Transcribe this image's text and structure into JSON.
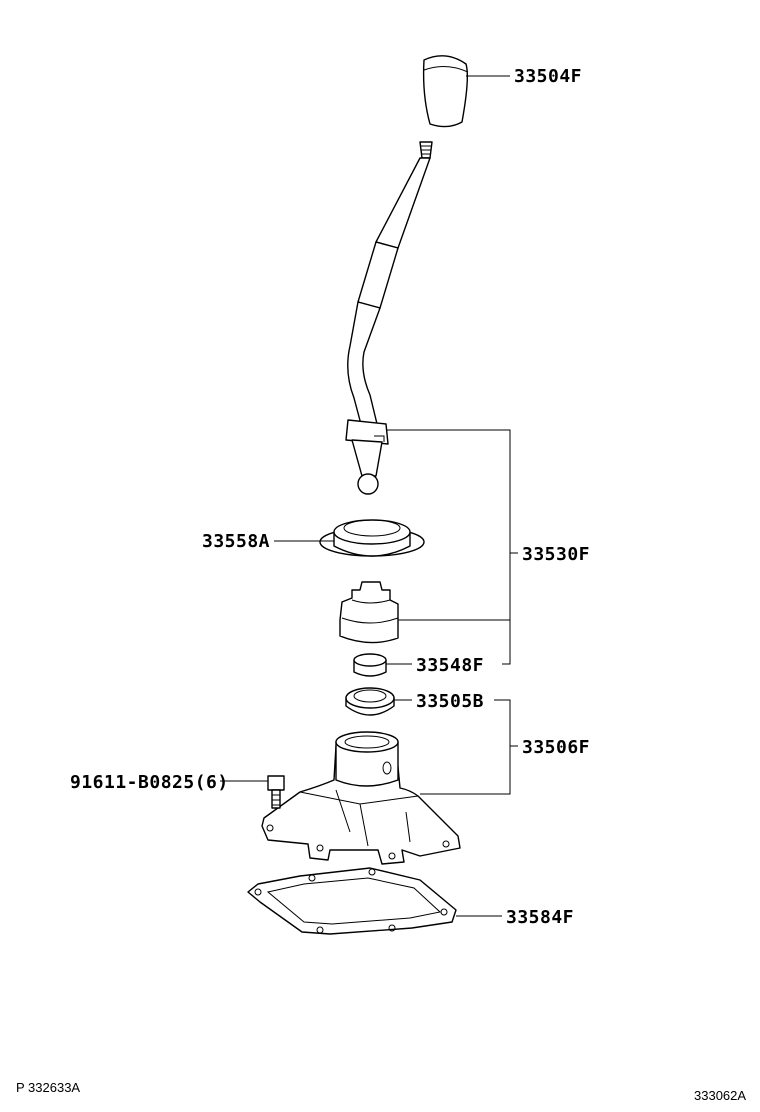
{
  "labels": {
    "knob": "33504F",
    "seat": "33558A",
    "lever_assy": "33530F",
    "bushing": "33548F",
    "retainer": "33505B",
    "housing_assy": "33506F",
    "bolt": "91611-B0825(6)",
    "gasket": "33584F"
  },
  "footer": {
    "left": "P 332633A",
    "right": "333062A"
  }
}
